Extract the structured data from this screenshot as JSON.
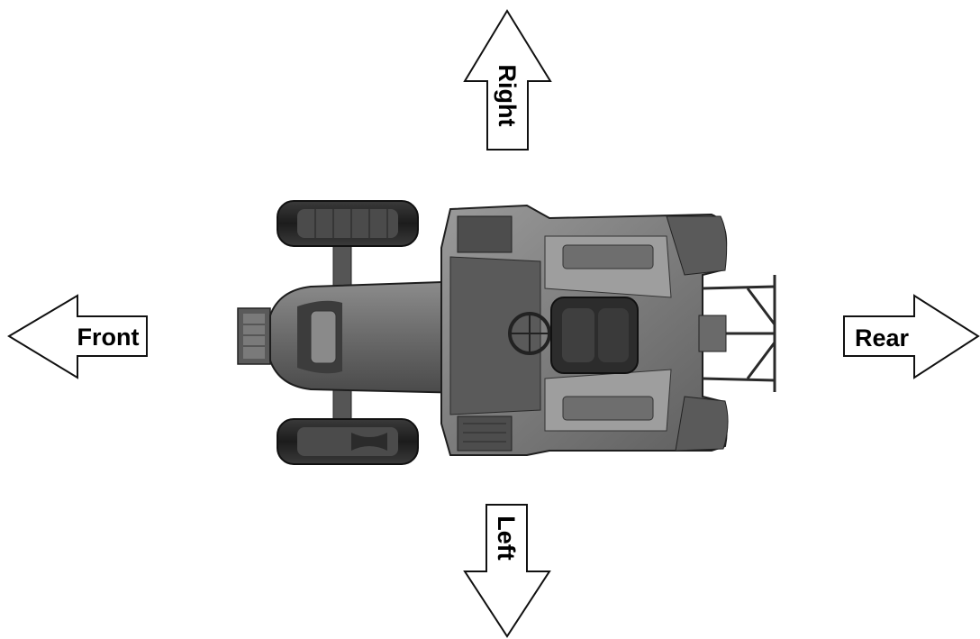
{
  "directions": {
    "front": "Front",
    "rear": "Rear",
    "right": "Right",
    "left": "Left"
  },
  "colors": {
    "arrow_fill": "#ffffff",
    "arrow_stroke": "#111111",
    "tractor_body": "#6e6e6e",
    "tractor_dark": "#2a2a2a",
    "tractor_light": "#a9a9a9"
  },
  "icons": {
    "vehicle": "tractor-top-view-icon"
  }
}
